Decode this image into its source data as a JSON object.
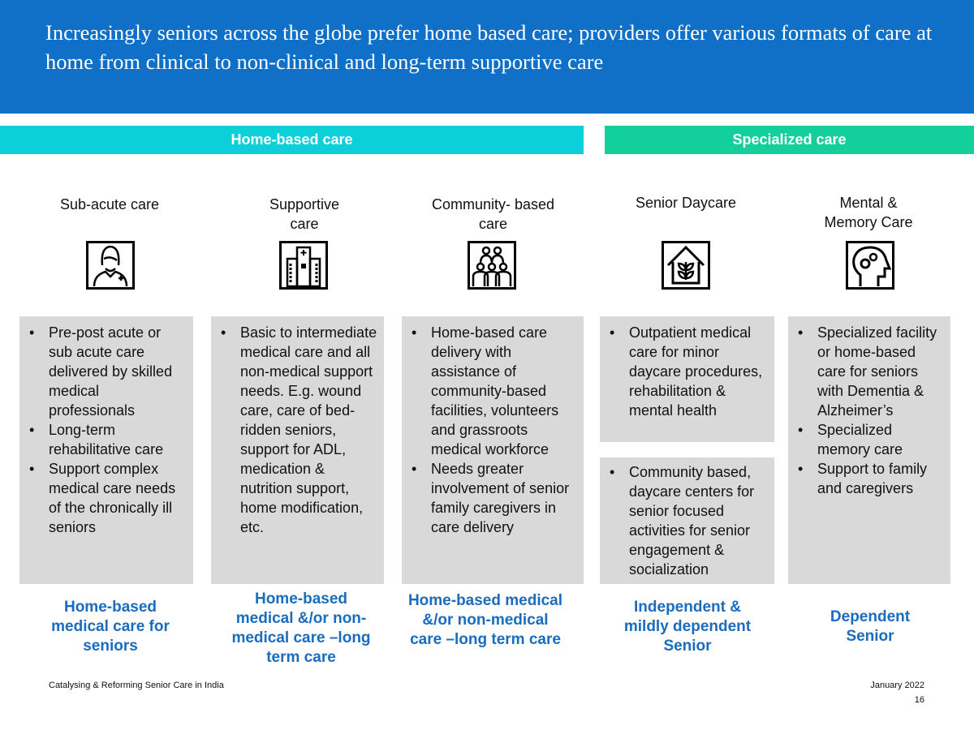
{
  "title": "Increasingly seniors across the globe prefer home based care; providers offer various formats of care at home from clinical to non-clinical and long-term supportive care",
  "bars": {
    "home": "Home-based care",
    "specialized": "Specialized care"
  },
  "columns": [
    {
      "header": "Sub-acute care",
      "icon": "doctor-icon",
      "bullets": [
        "Pre-post acute or sub acute care delivered by skilled medical professionals",
        "Long-term rehabilitative care",
        "Support complex medical care needs of the chronically ill seniors"
      ],
      "label": "Home-based medical care for seniors"
    },
    {
      "header": "Supportive care",
      "icon": "hospital-icon",
      "bullets": [
        "Basic to intermediate medical care and all non-medical support needs. E.g. wound care, care of bed-ridden seniors, support for ADL, medication & nutrition support, home modification, etc."
      ],
      "label": "Home-based medical &/or non-medical care –long term care"
    },
    {
      "header": "Community- based care",
      "icon": "community-icon",
      "bullets": [
        "Home-based care delivery with assistance of community-based facilities, volunteers and grassroots medical workforce",
        "Needs greater involvement of senior family caregivers in care delivery"
      ],
      "label": "Home-based medical &/or non-medical care –long term care"
    },
    {
      "header": "Senior Daycare",
      "icon": "house-plant-icon",
      "bullets": [
        "Outpatient medical care for minor daycare procedures, rehabilitation & mental health"
      ],
      "bullets2": [
        "Community based, daycare centers for senior focused activities for senior engagement & socialization"
      ],
      "label": "Independent & mildly dependent Senior"
    },
    {
      "header": "Mental & Memory Care",
      "icon": "brain-head-icon",
      "bullets": [
        "Specialized facility or home-based care for seniors with Dementia & Alzheimer’s",
        "Specialized memory care",
        "Support to family and caregivers"
      ],
      "label": "Dependent Senior"
    }
  ],
  "footer": {
    "left": "Catalysing & Reforming Senior Care in India",
    "date": "January 2022",
    "page": "16"
  }
}
